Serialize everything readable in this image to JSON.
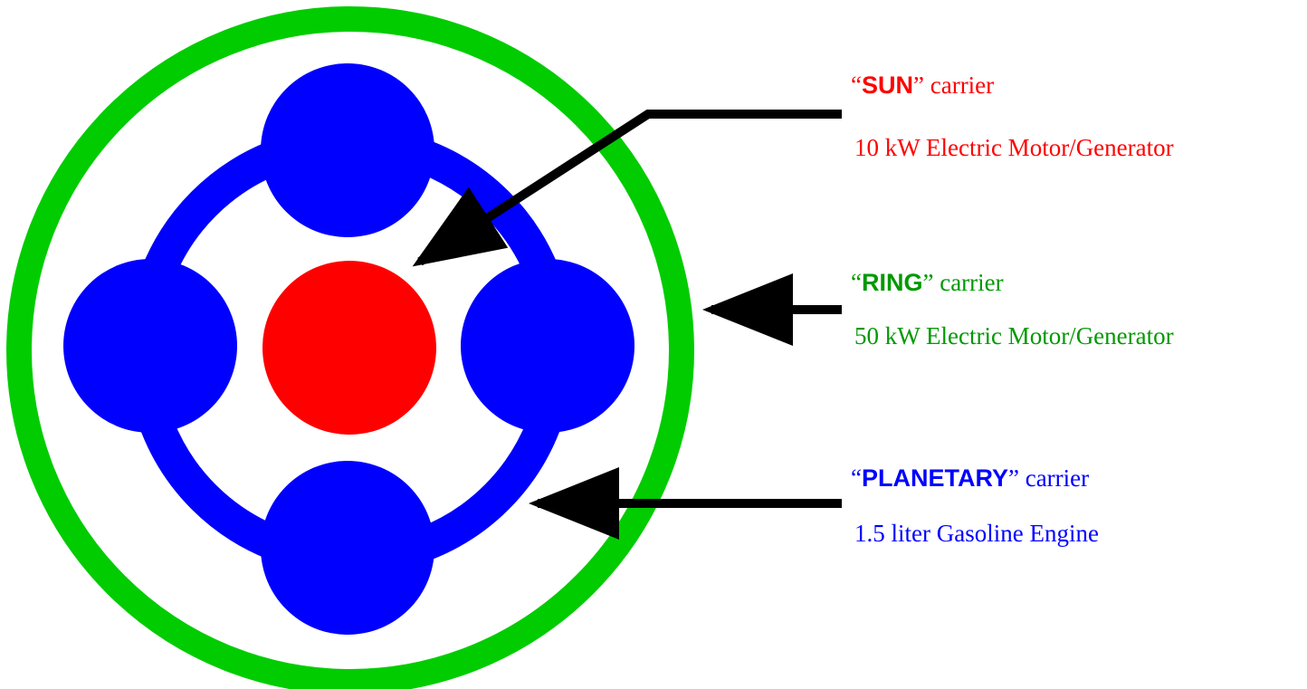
{
  "colors": {
    "sun": "#ff0000",
    "sun_text": "#ff0000",
    "ring": "#00cc00",
    "ring_text": "#009900",
    "planetary": "#0000ff",
    "planetary_text": "#0000ff",
    "neutral_text": "#000000",
    "arrow": "#000000"
  },
  "labels": {
    "sun": {
      "open_quote": "“",
      "name": "SUN",
      "close_quote": "”",
      "suffix": " carrier",
      "description": "10 kW Electric Motor/Generator"
    },
    "ring": {
      "open_quote": "“",
      "name": "RING",
      "close_quote": "”",
      "suffix": " carrier",
      "description": "50 kW Electric Motor/Generator"
    },
    "planetary": {
      "open_quote": "“",
      "name": "PLANETARY",
      "close_quote": "”",
      "suffix": " carrier",
      "description": "1.5 liter Gasoline Engine"
    }
  }
}
